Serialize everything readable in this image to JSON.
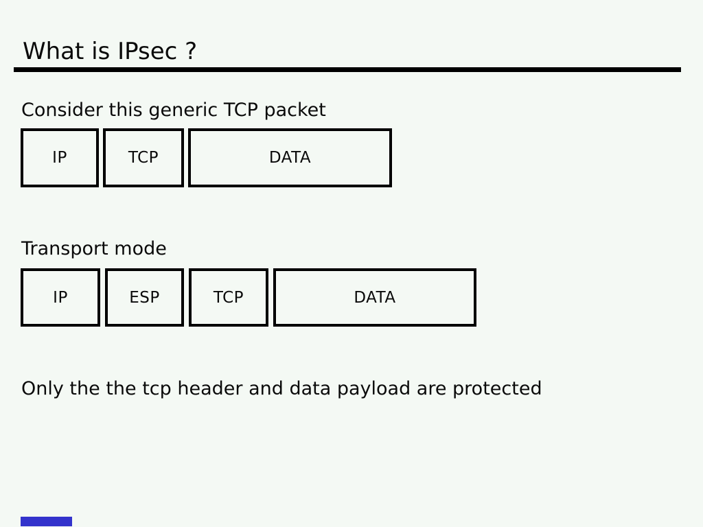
{
  "slide": {
    "title": "What is IPsec ?"
  },
  "generic_packet": {
    "caption": "Consider this generic TCP packet",
    "boxes": [
      "IP",
      "TCP",
      "DATA"
    ]
  },
  "transport_mode": {
    "caption": "Transport mode",
    "boxes": [
      "IP",
      "ESP",
      "TCP",
      "DATA"
    ]
  },
  "note": "Only the the tcp header and data payload are protected",
  "colors": {
    "background": "#f4f9f4",
    "text": "#0a0a0a",
    "box_border": "#000000",
    "title_rule": "#000000",
    "progress_bar": "#3333cc"
  }
}
